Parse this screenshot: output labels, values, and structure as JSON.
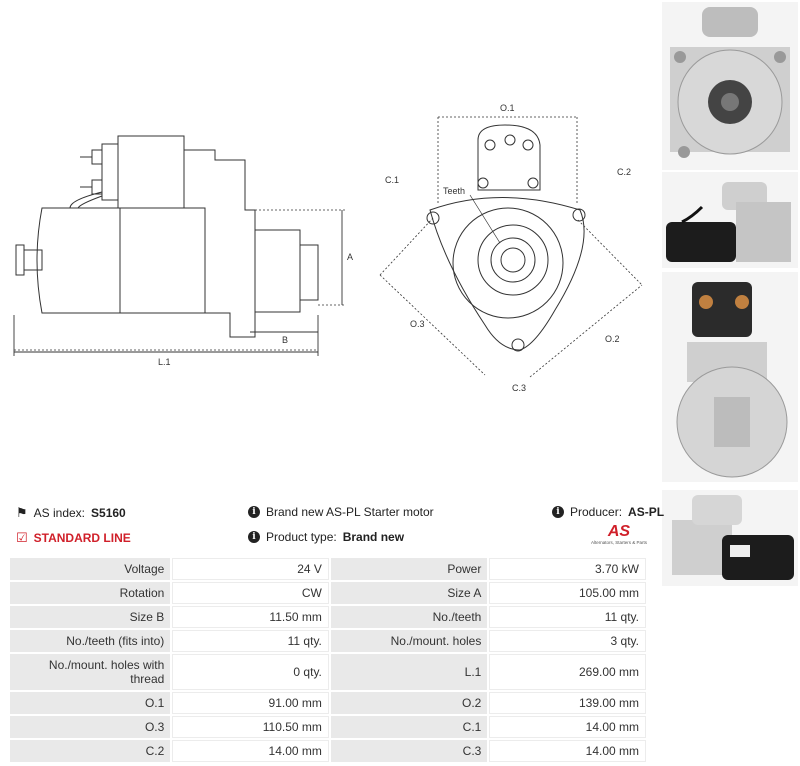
{
  "drawing": {
    "side_labels": {
      "a": "A",
      "b": "B",
      "l1": "L.1"
    },
    "front_labels": {
      "o1": "O.1",
      "o2": "O.2",
      "o3": "O.3",
      "c1": "C.1",
      "c2": "C.2",
      "c3": "C.3",
      "teeth": "Teeth"
    }
  },
  "info": {
    "as_index_label": "AS index:",
    "as_index_value": "S5160",
    "line_label": "STANDARD LINE",
    "description": "Brand new AS-PL Starter motor",
    "product_type_label": "Product type:",
    "product_type_value": "Brand new",
    "producer_label": "Producer:",
    "producer_value": "AS-PL",
    "logo_text": "AS",
    "logo_tagline": "Alternators, Starters & Parts"
  },
  "specs": [
    {
      "l1": "Voltage",
      "v1": "24 V",
      "l2": "Power",
      "v2": "3.70 kW"
    },
    {
      "l1": "Rotation",
      "v1": "CW",
      "l2": "Size A",
      "v2": "105.00 mm"
    },
    {
      "l1": "Size B",
      "v1": "11.50 mm",
      "l2": "No./teeth",
      "v2": "11 qty."
    },
    {
      "l1": "No./teeth (fits into)",
      "v1": "11 qty.",
      "l2": "No./mount. holes",
      "v2": "3 qty."
    },
    {
      "l1": "No./mount. holes with thread",
      "v1": "0 qty.",
      "l2": "L.1",
      "v2": "269.00 mm"
    },
    {
      "l1": "O.1",
      "v1": "91.00 mm",
      "l2": "O.2",
      "v2": "139.00 mm"
    },
    {
      "l1": "O.3",
      "v1": "110.50 mm",
      "l2": "C.1",
      "v2": "14.00 mm"
    },
    {
      "l1": "C.2",
      "v1": "14.00 mm",
      "l2": "C.3",
      "v2": "14.00 mm"
    }
  ]
}
